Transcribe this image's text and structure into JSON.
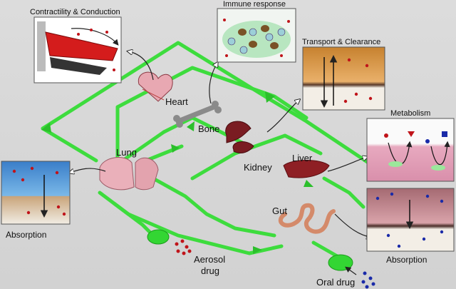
{
  "labels": {
    "contractility": "Contractility & Conduction",
    "immune": "Immune response",
    "transport": "Transport & Clearance",
    "metabolism": "Metabolism",
    "heart": "Heart",
    "bone": "Bone",
    "kidney": "Kidney",
    "lung": "Lung",
    "liver": "Liver",
    "gut": "Gut",
    "absorption_lung": "Absorption",
    "absorption_gut": "Absorption",
    "aerosol_line1": "Aerosol",
    "aerosol_line2": "drug",
    "oral": "Oral drug"
  },
  "colors": {
    "channel": "#3ddc3d",
    "channel_dark": "#1fa81f",
    "drug_red": "#c0141a",
    "drug_blue": "#1a2aa8",
    "tissue_red": "#d41c1c",
    "organ_pink": "#e2a0a8"
  }
}
